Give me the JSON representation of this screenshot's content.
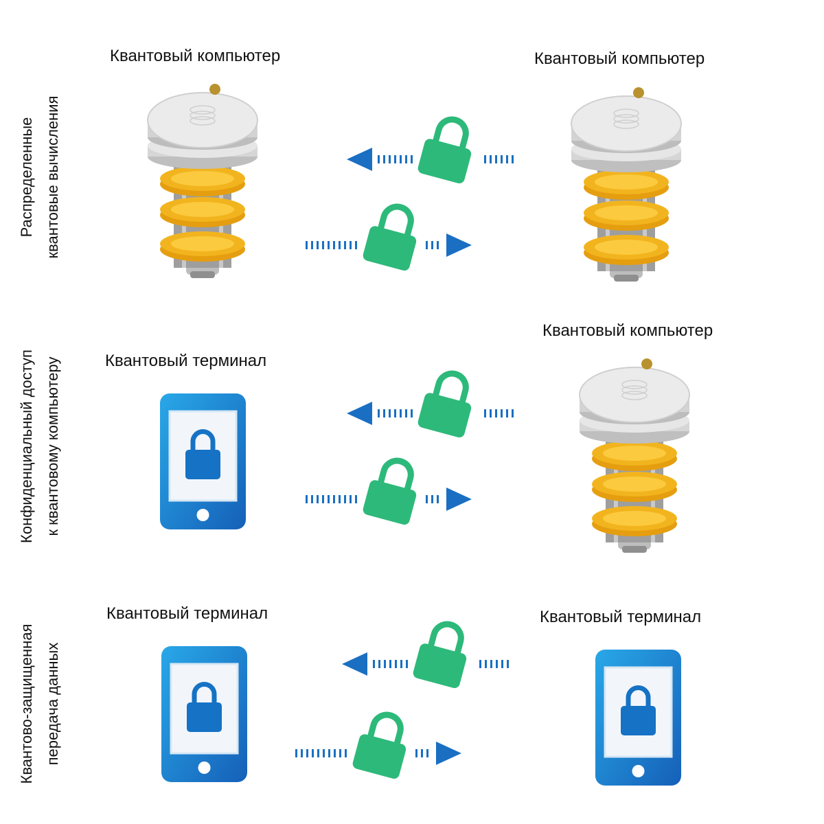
{
  "rows": [
    {
      "side_label_lines": [
        "Распределенные",
        "квантовые вычисления"
      ],
      "left_caption": "Квантовый компьютер",
      "right_caption": "Квантовый компьютер",
      "left_device": "quantum-computer-icon",
      "right_device": "quantum-computer-icon"
    },
    {
      "side_label_lines": [
        "Конфиденциальный доступ",
        "к квантовому компьютеру"
      ],
      "left_caption": "Квантовый терминал",
      "right_caption": "Квантовый компьютер",
      "left_device": "phone-lock-icon",
      "right_device": "quantum-computer-icon"
    },
    {
      "side_label_lines": [
        "Квантово-защищенная",
        "передача данных"
      ],
      "left_caption": "Квантовый терминал",
      "right_caption": "Квантовый терминал",
      "left_device": "phone-lock-icon",
      "right_device": "phone-lock-icon"
    }
  ],
  "colors": {
    "lock_green": "#2DB97A",
    "arrow_blue": "#1A6FC2",
    "phone_blue": "#1E8FD8",
    "qc_gold": "#F2B41E",
    "qc_silver": "#D9D9D9"
  }
}
